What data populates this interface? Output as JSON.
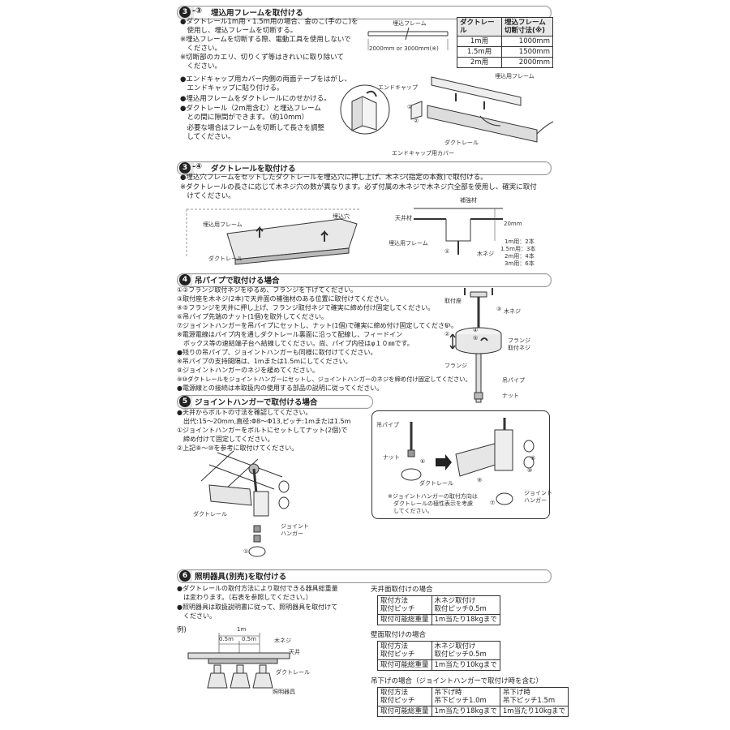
{
  "s33": {
    "num": "3",
    "sub": "-③",
    "title": "埋込用フレームを取付ける",
    "lines": [
      "●ダクトレール1m用・1.5m用の場合、金のこ(手のこ)を",
      "　使用し、埋込フレームを切断する。",
      "※埋込フレームを切断する際、電動工具を使用しないで",
      "　ください。",
      "※切断部のカエリ、切りくず等はきれいに取り除いて",
      "　ください。"
    ],
    "lines2": [
      "●エンドキャップ用カバー内側の両面テープをはがし、",
      "　エンドキャップに貼り付ける。",
      "●埋込用フレームをダクトレールにのせかける。",
      "●ダクトレール（2m用含む）と埋込フレーム",
      "　との間に隙間ができます。（約10mm）",
      "　必要な場合はフレームを切断して長さを調整",
      "　してください。"
    ],
    "fig_frame_label": "埋込フレーム",
    "fig_dim_label": "2000mm or 3000mm(※)",
    "table": {
      "headers": [
        "ダクトレール",
        "埋込フレーム\n切断寸法(※)"
      ],
      "rows": [
        [
          "1m用",
          "1000mm"
        ],
        [
          "1.5m用",
          "1500mm"
        ],
        [
          "2m用",
          "2000mm"
        ]
      ]
    },
    "fig_labels": {
      "frame": "埋込用フレーム",
      "endcap": "エンドキャップ",
      "duct": "ダクトレール",
      "cover": "エンドキャップ用カバー",
      "c1": "①",
      "c2": "②"
    }
  },
  "s34": {
    "num": "3",
    "sub": "-④",
    "title": "ダクトレールを取付ける",
    "lines": [
      "●埋込穴フレームをセットしたダクトレールを埋込穴に押し上げ、木ネジ(指定の本数)で取付ける。",
      "※ダクトレールの長さに応じて木ネジ穴の数が異なります。必ず付属の木ネジで木ネジ穴全部を使用し、確実に取付",
      "　けてください。"
    ],
    "fig_labels": {
      "hole": "埋込穴",
      "frame": "埋込用フレーム",
      "duct": "ダクトレール",
      "reinforce": "補強材",
      "ceiling": "天井材",
      "dim": "20mm",
      "frame2": "埋込用フレーム",
      "screw": "木ネジ",
      "c1": "①"
    },
    "screw_counts": [
      "1m用：2本",
      "1.5m用：3本",
      "2m用：4本",
      "3m用：6本"
    ]
  },
  "s4": {
    "num": "4",
    "title": "吊パイプで取付ける場合",
    "lines": [
      "①②フランジ取付ネジをゆるめ、フランジを下げてください。",
      "③取付座を木ネジ(2本)で天井面の補強材のある位置に取付けてください。",
      "④⑤フランジを天井に押し上げ、フランジ取付ネジで確実に締め付け固定してください。",
      "⑥吊パイプ先端のナット(1個)を取外してください。",
      "⑦ジョイントハンガーを吊パイプにセットし、ナット(1個)で確実に締め付け固定してください。",
      "※電源電線はパイプ内を通しダクトレール裏面に沿って配線し、フィードイン",
      "　ボックス等の速結端子台へ結線してください。尚、パイプ内径はφ１０㎜です。",
      "●残りの吊パイプ、ジョイントハンガーも同様に取付けてください。",
      "※吊パイプの支持間隔は、1mまたは1.5mにしてください。",
      "⑧ジョイントハンガーのネジを緩めてください。",
      "⑨⑩ダクトレールをジョイントハンガーにセットし、ジョイントハンガーのネジを締め付け固定してください。",
      "●電源線との接続は本取扱内の使用する部品の説明に従ってください。"
    ],
    "fig_labels": {
      "base": "取付座",
      "screw": "木ネジ",
      "flange_screw": "フランジ\n取付ネジ",
      "flange": "フランジ",
      "pipe": "吊パイプ",
      "nut": "ナット",
      "c1": "①",
      "c2": "②",
      "c3": "③",
      "c4": "④",
      "c5": "⑤"
    }
  },
  "s5": {
    "num": "5",
    "title": "ジョイントハンガーで取付ける場合",
    "lines": [
      "●天井からボルトの寸法を確認してください。",
      "　出代:15〜20mm,直径:Φ8〜Φ13,ピッチ:1mまたは1.5m",
      "①ジョイントハンガーをボルトにセットしてナット(2個)で",
      "　締め付けて固定してください。",
      "②上記⑧〜⑩を参考に取付けてください。"
    ],
    "fig_labels": {
      "duct": "ダクトレール",
      "hanger": "ジョイント\nハンガー",
      "pipe": "吊パイプ",
      "nut": "ナット",
      "duct2": "ダクトレール",
      "hanger2": "ジョイント\nハンガー",
      "note": "※ジョイントハンガーの取付方向は\n　ダクトレールの極性表示を考慮\n　してください。",
      "c1": "①",
      "c2": "②",
      "c6": "⑥",
      "c7": "⑦",
      "c8": "⑧",
      "c9": "⑨",
      "c10": "⑩"
    }
  },
  "s6": {
    "num": "6",
    "title": "照明器具(別売)を取付ける",
    "lines": [
      "●ダクトレールの取付方法により取付できる器具総重量",
      "　は変わります。（右表を参照してください。）",
      "●照明器具は取扱説明書に従って、照明器具を取付けて",
      "　ください。"
    ],
    "example": "例)",
    "fig_labels": {
      "dim_1m": "1m",
      "dim_a": "0.5m",
      "dim_b": "0.5m",
      "screw": "木ネジ",
      "ceiling": "天井",
      "duct": "ダクトレール",
      "fixture": "照明器具"
    },
    "tables": [
      {
        "caption": "天井面取付けの場合",
        "rows": [
          [
            "取付方法\n取付ピッチ",
            "木ネジ取付け\n取付ピッチ0.5m"
          ],
          [
            "取付可能総重量",
            "1m当たり18kgまで"
          ]
        ]
      },
      {
        "caption": "壁面取付けの場合",
        "rows": [
          [
            "取付方法\n取付ピッチ",
            "木ネジ取付け\n取付ピッチ0.5m"
          ],
          [
            "取付可能総重量",
            "1m当たり10kgまで"
          ]
        ]
      },
      {
        "caption": "吊下げの場合（ジョイントハンガーで取付け時を含む）",
        "rows": [
          [
            "取付方法\n取付ピッチ",
            "吊下げ時\n吊下ピッチ1.0m",
            "吊下げ時\n吊下ピッチ1.5m"
          ],
          [
            "取付可能総重量",
            "1m当たり18kgまで",
            "1m当たり10kgまで"
          ]
        ]
      }
    ]
  }
}
